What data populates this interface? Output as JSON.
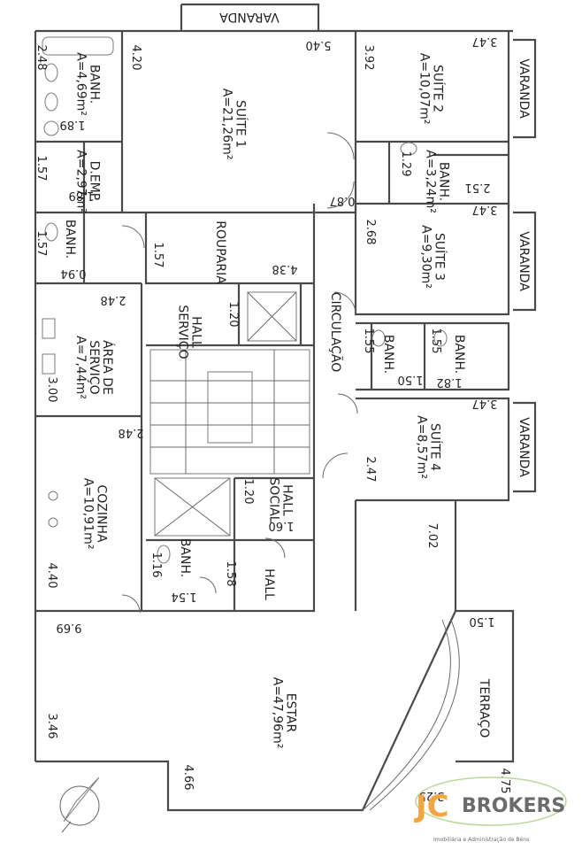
{
  "colors": {
    "wall": "#4a4a4a",
    "text": "#222222",
    "logo_orange": "#f3a640",
    "logo_gray": "#6b6b6b"
  },
  "icons": [
    "north-arrow-icon",
    "toilet-icon",
    "sink-icon",
    "elevator-icon",
    "door-swing-icon"
  ],
  "rooms": [
    {
      "id": "varanda-top",
      "lines": [
        "VARANDA"
      ]
    },
    {
      "id": "suite-1",
      "lines": [
        "SUÍTE 1",
        "A=21,26m²"
      ]
    },
    {
      "id": "suite-2",
      "lines": [
        "SUÍTE 2",
        "A=10,07m²"
      ]
    },
    {
      "id": "varanda-s2",
      "lines": [
        "VARANDA"
      ]
    },
    {
      "id": "banh-1",
      "lines": [
        "BANH.",
        "A=4,69m²"
      ]
    },
    {
      "id": "d-emp",
      "lines": [
        "D.EMP.",
        "A=2,97m²"
      ]
    },
    {
      "id": "banh-s2",
      "lines": [
        "BANH.",
        "A=3,24m²"
      ]
    },
    {
      "id": "banh-emp",
      "lines": [
        "BANH."
      ]
    },
    {
      "id": "rouparia",
      "lines": [
        "ROUPARIA"
      ]
    },
    {
      "id": "suite-3",
      "lines": [
        "SUÍTE 3",
        "A=9,30m²"
      ]
    },
    {
      "id": "varanda-s3",
      "lines": [
        "VARANDA"
      ]
    },
    {
      "id": "hall-servico",
      "lines": [
        "HALL",
        "SERVIÇO"
      ]
    },
    {
      "id": "circulacao",
      "lines": [
        "CIRCULAÇÃO"
      ]
    },
    {
      "id": "area-servico",
      "lines": [
        "ÁREA DE",
        "SERVIÇO",
        "A=7,44m²"
      ]
    },
    {
      "id": "banh-a",
      "lines": [
        "BANH."
      ]
    },
    {
      "id": "banh-b",
      "lines": [
        "BANH."
      ]
    },
    {
      "id": "suite-4",
      "lines": [
        "SUÍTE 4",
        "A=8,57m²"
      ]
    },
    {
      "id": "varanda-s4",
      "lines": [
        "VARANDA"
      ]
    },
    {
      "id": "cozinha",
      "lines": [
        "COZINHA",
        "A=10,91m²"
      ]
    },
    {
      "id": "hall-social",
      "lines": [
        "HALL",
        "SOCIAL"
      ]
    },
    {
      "id": "banh-lav",
      "lines": [
        "BANH."
      ]
    },
    {
      "id": "hall",
      "lines": [
        "HALL"
      ]
    },
    {
      "id": "estar",
      "lines": [
        "ESTAR",
        "A=47,96m²"
      ]
    },
    {
      "id": "terraco",
      "lines": [
        "TERRAÇO"
      ]
    }
  ],
  "dimensions": [
    "5.40",
    "4.20",
    "3.92",
    "3.47",
    "2.48",
    "1.89",
    "1.57",
    "1.89",
    "1.29",
    "2.51",
    "0.87",
    "1.57",
    "0.94",
    "1.57",
    "4.38",
    "2.68",
    "3.47",
    "2.48",
    "1.20",
    "3.00",
    "1.55",
    "1.50",
    "1.55",
    "1.82",
    "2.48",
    "3.47",
    "2.47",
    "1.20",
    "1.60",
    "4.40",
    "7.02",
    "1.16",
    "1.54",
    "1.58",
    "9.69",
    "1.50",
    "3.46",
    "4.66",
    "4.75",
    "3.25"
  ],
  "logo": {
    "mark": "JC",
    "name": "BROKERS",
    "tagline": "Imobiliária e Administração de Bens"
  }
}
